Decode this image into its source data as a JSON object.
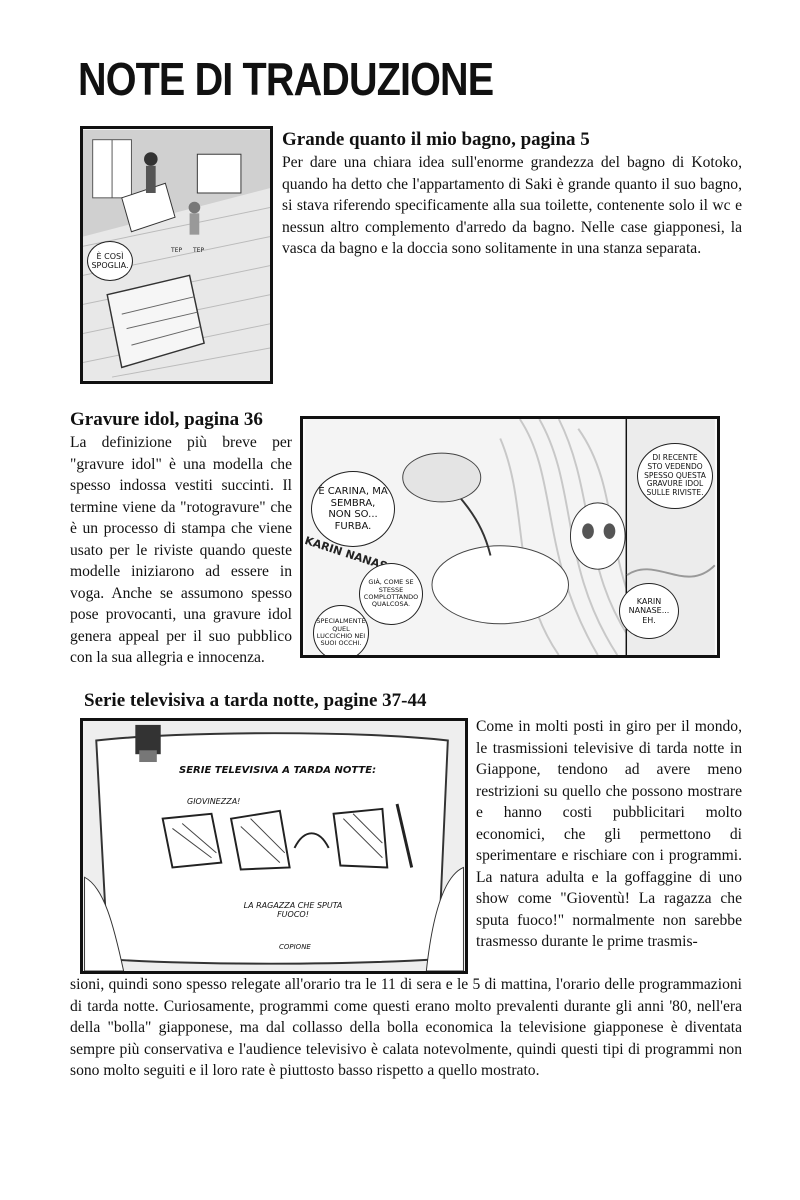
{
  "page": {
    "title": "NOTE DI TRADUZIONE"
  },
  "notes": [
    {
      "title": "Grande quanto il mio bagno, pagina 5",
      "text": "Per dare una chiara idea sull'enorme grandezza del bagno di Kotoko, quando ha detto che l'appartamento di Saki è grande quanto il suo bagno, si stava riferendo specificamente alla sua toilette, contenente solo il wc e nessun altro complemento d'arredo da bagno. Nelle case giapponesi, la vasca da bagno e la doccia sono solitamente in una stanza separata."
    },
    {
      "title": "Gravure idol, pagina 36",
      "text": "La definizione più breve per \"gravure idol\" è una modella che spesso indossa vestiti succinti. Il termine viene da \"rotogravure\" che è un processo di stampa che viene usato per le riviste quando queste modelle iniziarono ad essere in voga. Anche se assumono spesso pose provocanti, una gravure idol genera appeal per il suo pubblico con la sua allegria e innocenza."
    },
    {
      "title": "Serie televisiva a tarda notte, pagine 37-44",
      "text_side": "Come in molti posti in giro per il mondo, le trasmissioni televisive di tarda notte in Giappone, tendono ad avere meno restrizioni su quello che possono mostrare e hanno costi pubblicitari molto economici, che gli permettono di sperimentare e rischiare con i programmi. La natura adulta e la goffaggine di uno show come \"Gioventù! La ragazza che sputa fuoco!\" normalmente non sarebbe trasmesso durante le prime trasmis-",
      "text_full": "sioni, quindi sono spesso relegate all'orario tra le 11 di sera e le 5 di mattina, l'orario delle programmazioni di tarda notte. Curiosamente, programmi come questi erano molto prevalenti durante gli anni '80, nell'era della \"bolla\" giapponese, ma dal collasso della bolla economica la televisione giapponese è diventata sempre più conservativa e l'audience televisivo è calata notevolmente, quindi questi tipi di programmi non sono molto seguiti e il loro rate è piuttosto basso rispetto a quello mostrato."
    }
  ],
  "panel1": {
    "bubble": "È COSÌ SPOGLIA.",
    "sfx": [
      "TEP",
      "TEP"
    ]
  },
  "panel2": {
    "bubble_1": "È CARINA, MA SEMBRA, NON SO... FURBA.",
    "bubble_2": "GIÀ, COME SE STESSE COMPLOTTANDO QUALCOSA.",
    "bubble_3": "SPECIALMENTE QUEL LUCCICHIO NEI SUOI OCCHI.",
    "bubble_4": "DI RECENTE STO VEDENDO SPESSO QUESTA GRAVURE IDOL SULLE RIVISTE.",
    "bubble_5": "KARIN NANASE... EH.",
    "sfx_name": "KARIN NANAS"
  },
  "panel3": {
    "line_1": "SERIE TELEVISIVA A TARDA NOTTE:",
    "line_2": "GIOVINEZZA!",
    "line_3": "LA RAGAZZA CHE SPUTA FUOCO!",
    "line_4": "COPIONE"
  }
}
